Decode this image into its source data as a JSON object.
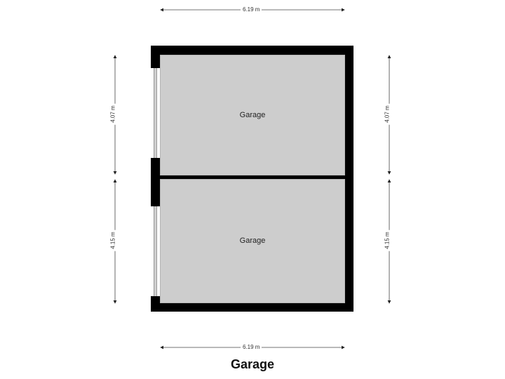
{
  "plan": {
    "title": "Garage",
    "rooms": [
      {
        "label": "Garage"
      },
      {
        "label": "Garage"
      }
    ],
    "dimensions": {
      "top_width": "6.19 m",
      "bottom_width": "6.19 m",
      "left_upper": "4.07 m",
      "left_lower": "4.15 m",
      "right_upper": "4.07 m",
      "right_lower": "4.15 m"
    },
    "colors": {
      "wall": "#000000",
      "room_fill": "#cdcdcd",
      "dimension_line": "#333333"
    }
  }
}
